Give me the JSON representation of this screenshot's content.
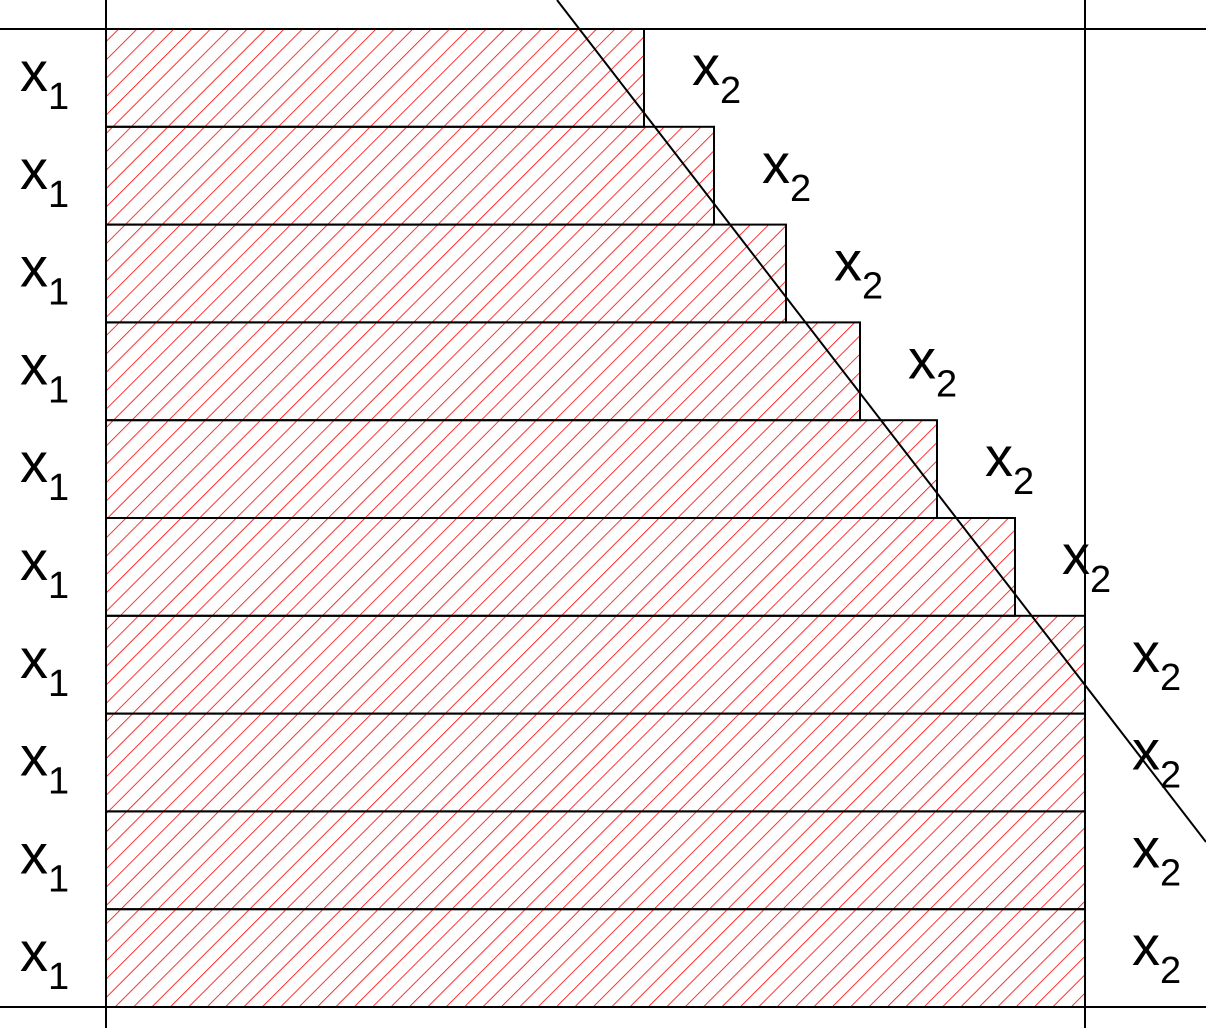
{
  "colors": {
    "hatch": "#ff0000",
    "line": "#000000",
    "background": "#ffffff"
  },
  "rows": [
    {
      "left_var": "x",
      "left_sub": "1",
      "right_var": "x",
      "right_sub": "2"
    },
    {
      "left_var": "x",
      "left_sub": "1",
      "right_var": "x",
      "right_sub": "2"
    },
    {
      "left_var": "x",
      "left_sub": "1",
      "right_var": "x",
      "right_sub": "2"
    },
    {
      "left_var": "x",
      "left_sub": "1",
      "right_var": "x",
      "right_sub": "2"
    },
    {
      "left_var": "x",
      "left_sub": "1",
      "right_var": "x",
      "right_sub": "2"
    },
    {
      "left_var": "x",
      "left_sub": "1",
      "right_var": "x",
      "right_sub": "2"
    },
    {
      "left_var": "x",
      "left_sub": "1",
      "right_var": "x",
      "right_sub": "2"
    },
    {
      "left_var": "x",
      "left_sub": "1",
      "right_var": "x",
      "right_sub": "2"
    },
    {
      "left_var": "x",
      "left_sub": "1",
      "right_var": "x",
      "right_sub": "2"
    },
    {
      "left_var": "x",
      "left_sub": "1",
      "right_var": "x",
      "right_sub": "2"
    }
  ]
}
